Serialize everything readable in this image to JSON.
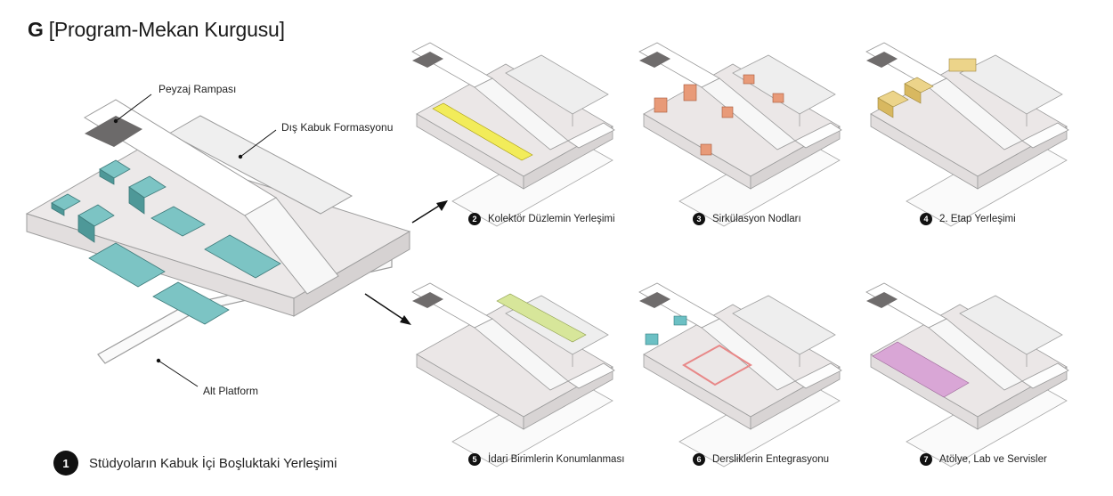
{
  "title": {
    "letter": "G",
    "text": "[Program-Mekan Kurgusu]"
  },
  "main_diagram": {
    "callouts": [
      {
        "id": "ramp",
        "label": "Peyzaj Rampası"
      },
      {
        "id": "shell",
        "label": "Dış Kabuk Formasyonu"
      },
      {
        "id": "platform",
        "label": "Alt Platform"
      }
    ],
    "caption": {
      "number": "1",
      "label": "Stüdyoların Kabuk İçi Boşluktaki Yerleşimi"
    },
    "program_color": "#7cc4c4"
  },
  "panels": [
    {
      "number": "2",
      "label": "Kolektör Düzlemin Yerleşimi",
      "color": "#f2ec5a",
      "element": "collector-plane"
    },
    {
      "number": "3",
      "label": "Sirkülasyon Nodları",
      "color": "#e89a78",
      "element": "circulation-nodes"
    },
    {
      "number": "4",
      "label": "2. Etap Yerleşimi",
      "color": "#ecd48a",
      "element": "phase-two-blocks"
    },
    {
      "number": "5",
      "label": "İdari Birimlerin Konumlanması",
      "color": "#d7e69a",
      "element": "admin-units"
    },
    {
      "number": "6",
      "label": "Dersliklerin Entegrasyonu",
      "color": "#6cc0c4",
      "element": "classrooms"
    },
    {
      "number": "7",
      "label": "Atölye, Lab ve Servisler",
      "color": "#d9a6d6",
      "element": "workshops"
    }
  ],
  "colors": {
    "accent_path": "#e88888",
    "line": "#9a9a9a",
    "dark_ramp": "#6a6a6a",
    "floor": "#e9e6e6"
  }
}
